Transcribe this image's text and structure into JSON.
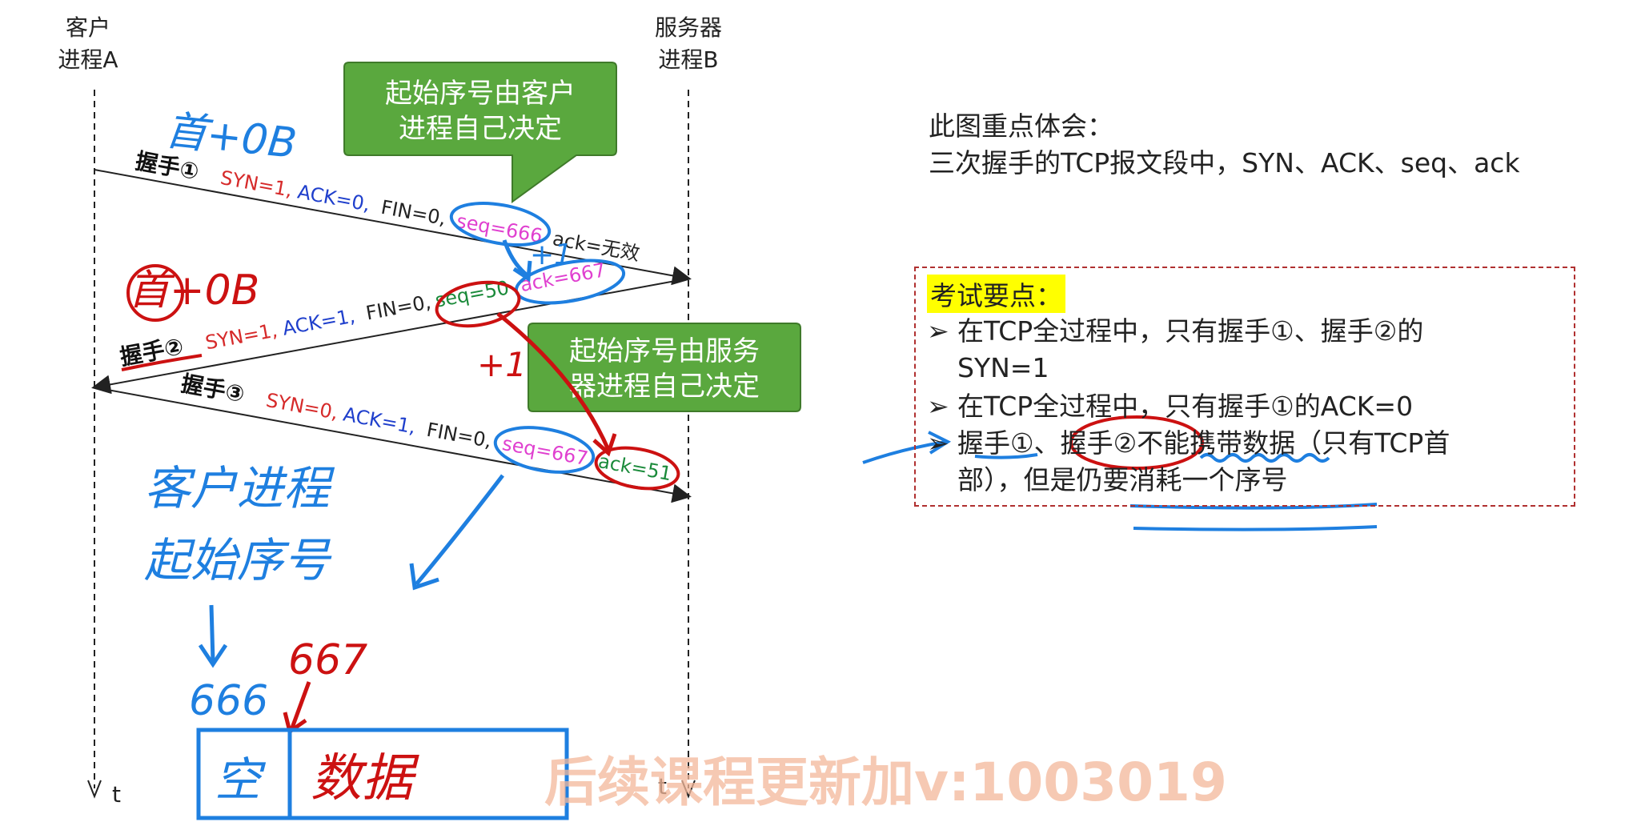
{
  "timeline": {
    "client_label_1": "客户",
    "client_label_2": "进程A",
    "server_label_1": "服务器",
    "server_label_2": "进程B",
    "time_left": "t",
    "time_right": "t"
  },
  "handshake1": {
    "label": "握手①",
    "syn": "SYN=1,",
    "ack": "ACK=0,",
    "fin": "FIN=0,",
    "seq": "seq=666",
    "acknum": "ack=无效"
  },
  "handshake2": {
    "label": "握手②",
    "syn": "SYN=1,",
    "ack": "ACK=1,",
    "fin": "FIN=0,",
    "seq": "seq=50",
    "acknum": "ack=667"
  },
  "handshake3": {
    "label": "握手③",
    "syn": "SYN=0,",
    "ack": "ACK=1,",
    "fin": "FIN=0,",
    "seq": "seq=667",
    "acknum": "ack=51"
  },
  "callouts": {
    "client_seq_line1": "起始序号由客户",
    "client_seq_line2": "进程自己决定",
    "server_seq_line1": "起始序号由服务",
    "server_seq_line2": "器进程自己决定"
  },
  "handwriting": {
    "top_note": "首+0B",
    "mid_note": "首+0B",
    "plus_one_a": "+1",
    "plus_one_b": "+1",
    "client_start_1": "客户进程",
    "client_start_2": "起始序号",
    "num_666": "666",
    "num_667": "667",
    "box_empty": "空",
    "box_data": "数据"
  },
  "notes": {
    "line1": "此图重点体会：",
    "line2": "三次握手的TCP报文段中，SYN、ACK、seq、ack"
  },
  "exam": {
    "title": "考试要点：",
    "b1_line1": "在TCP全过程中，只有握手①、握手②的",
    "b1_line2": "SYN=1",
    "b2": "在TCP全过程中，只有握手①的ACK=0",
    "b3_line1": "握手①、握手②不能携带数据（只有TCP首",
    "b3_line2": "部），但是仍要消耗一个序号"
  },
  "watermark": "后续课程更新加v:1003019",
  "colors": {
    "red": "#d62a2a",
    "blue": "#1f3fcc",
    "green_box": "#5aa83e",
    "magenta": "#e040d0",
    "pen_blue": "#1e7fe0",
    "pen_red": "#cc1111",
    "watermark": "#f4b89a"
  }
}
